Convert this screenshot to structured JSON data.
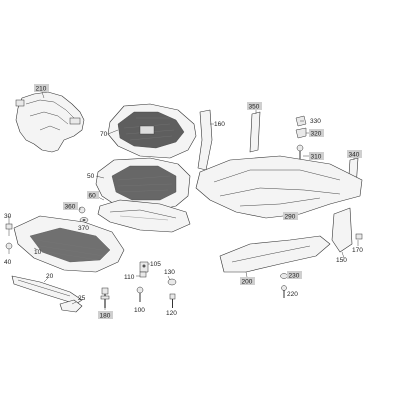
{
  "diagram": {
    "labels": [
      {
        "id": "l210",
        "text": "210",
        "boxed": true
      },
      {
        "id": "l70",
        "text": "70",
        "boxed": false
      },
      {
        "id": "l160",
        "text": "160",
        "boxed": false
      },
      {
        "id": "l350",
        "text": "350",
        "boxed": true
      },
      {
        "id": "l330",
        "text": "330",
        "boxed": false
      },
      {
        "id": "l320",
        "text": "320",
        "boxed": true
      },
      {
        "id": "l310",
        "text": "310",
        "boxed": true
      },
      {
        "id": "l340",
        "text": "340",
        "boxed": true
      },
      {
        "id": "l50",
        "text": "50",
        "boxed": false
      },
      {
        "id": "l60",
        "text": "60",
        "boxed": true
      },
      {
        "id": "l360",
        "text": "360",
        "boxed": true
      },
      {
        "id": "l370",
        "text": "370",
        "boxed": false
      },
      {
        "id": "l30",
        "text": "30",
        "boxed": false
      },
      {
        "id": "l10",
        "text": "10",
        "boxed": false
      },
      {
        "id": "l40",
        "text": "40",
        "boxed": false
      },
      {
        "id": "l20",
        "text": "20",
        "boxed": false
      },
      {
        "id": "l25",
        "text": "25",
        "boxed": false
      },
      {
        "id": "l180",
        "text": "180",
        "boxed": true
      },
      {
        "id": "l110",
        "text": "110",
        "boxed": false
      },
      {
        "id": "l105",
        "text": "105",
        "boxed": false
      },
      {
        "id": "l130",
        "text": "130",
        "boxed": false
      },
      {
        "id": "l100",
        "text": "100",
        "boxed": false
      },
      {
        "id": "l120",
        "text": "120",
        "boxed": false
      },
      {
        "id": "l290",
        "text": "290",
        "boxed": true
      },
      {
        "id": "l200",
        "text": "200",
        "boxed": true
      },
      {
        "id": "l230",
        "text": "230",
        "boxed": true
      },
      {
        "id": "l220",
        "text": "220",
        "boxed": false
      },
      {
        "id": "l150",
        "text": "150",
        "boxed": false
      },
      {
        "id": "l170",
        "text": "170",
        "boxed": false
      }
    ]
  }
}
